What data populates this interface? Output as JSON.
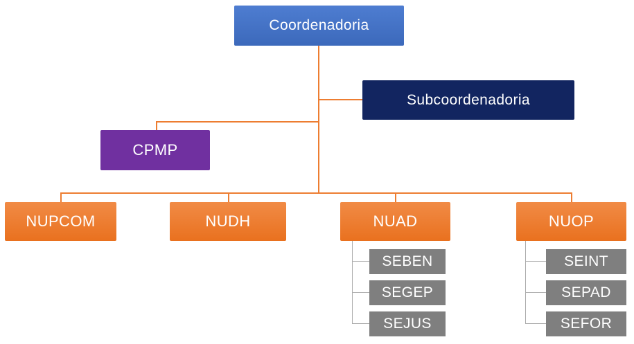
{
  "diagram": {
    "type": "org-chart",
    "background": "#FFFFFF",
    "tree": {
      "label": "Coordenadoria",
      "assistant": {
        "label": "Subcoordenadoria"
      },
      "staff": {
        "label": "CPMP"
      },
      "children": [
        {
          "label": "NUPCOM",
          "children": []
        },
        {
          "label": "NUDH",
          "children": []
        },
        {
          "label": "NUAD",
          "children": [
            {
              "label": "SEBEN"
            },
            {
              "label": "SEGEP"
            },
            {
              "label": "SEJUS"
            }
          ]
        },
        {
          "label": "NUOP",
          "children": [
            {
              "label": "SEINT"
            },
            {
              "label": "SEPAD"
            },
            {
              "label": "SEFOR"
            }
          ]
        }
      ]
    },
    "colors": {
      "root_fill": "#4472C4",
      "assistant_fill": "#122560",
      "staff_fill": "#7030A0",
      "department_fill": "#ED7D31",
      "section_fill": "#7F7F7F",
      "text": "#FFFFFF",
      "connector_primary": "#ED7D31",
      "connector_secondary": "#ABABAB"
    }
  }
}
